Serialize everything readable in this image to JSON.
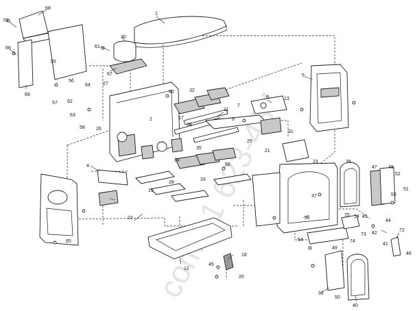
{
  "diagram": {
    "callouts": [
      {
        "id": "c1",
        "label": "1"
      },
      {
        "id": "c2",
        "label": "2"
      },
      {
        "id": "c4",
        "label": "4"
      },
      {
        "id": "c5",
        "label": "5"
      },
      {
        "id": "c6",
        "label": "6"
      },
      {
        "id": "c7",
        "label": "7"
      },
      {
        "id": "c9",
        "label": "9"
      },
      {
        "id": "c11",
        "label": "11"
      },
      {
        "id": "c12",
        "label": "12"
      },
      {
        "id": "c13",
        "label": "13"
      },
      {
        "id": "c14",
        "label": "14"
      },
      {
        "id": "c15",
        "label": "15"
      },
      {
        "id": "c16",
        "label": "16"
      },
      {
        "id": "c17",
        "label": "17"
      },
      {
        "id": "c18",
        "label": "18"
      },
      {
        "id": "c20",
        "label": "20"
      },
      {
        "id": "c21",
        "label": "21"
      },
      {
        "id": "c22",
        "label": "22"
      },
      {
        "id": "c23",
        "label": "23"
      },
      {
        "id": "c25",
        "label": "25"
      },
      {
        "id": "c26",
        "label": "26"
      },
      {
        "id": "c27",
        "label": "27"
      },
      {
        "id": "c28",
        "label": "28"
      },
      {
        "id": "c30",
        "label": "30"
      },
      {
        "id": "c31",
        "label": "31"
      },
      {
        "id": "c32",
        "label": "32"
      },
      {
        "id": "c33",
        "label": "33"
      },
      {
        "id": "c34",
        "label": "34"
      },
      {
        "id": "c35",
        "label": "35"
      },
      {
        "id": "c36",
        "label": "36"
      },
      {
        "id": "c37",
        "label": "37"
      },
      {
        "id": "c38",
        "label": "38"
      },
      {
        "id": "c39",
        "label": "39"
      },
      {
        "id": "c40",
        "label": "40"
      },
      {
        "id": "c41",
        "label": "41"
      },
      {
        "id": "c42",
        "label": "42"
      },
      {
        "id": "c43",
        "label": "43"
      },
      {
        "id": "c44",
        "label": "44"
      },
      {
        "id": "c45",
        "label": "45"
      },
      {
        "id": "c46",
        "label": "46"
      },
      {
        "id": "c47",
        "label": "47"
      },
      {
        "id": "c48",
        "label": "48"
      },
      {
        "id": "c49",
        "label": "49"
      },
      {
        "id": "c50",
        "label": "50"
      },
      {
        "id": "c51",
        "label": "51"
      },
      {
        "id": "c52",
        "label": "52"
      },
      {
        "id": "c53",
        "label": "53"
      },
      {
        "id": "c54",
        "label": "54"
      },
      {
        "id": "c55",
        "label": "55"
      },
      {
        "id": "c56",
        "label": "56"
      },
      {
        "id": "c57",
        "label": "57"
      },
      {
        "id": "c58",
        "label": "58"
      },
      {
        "id": "c59",
        "label": "59"
      },
      {
        "id": "c60",
        "label": "60"
      },
      {
        "id": "c61",
        "label": "61"
      },
      {
        "id": "c62",
        "label": "62"
      },
      {
        "id": "c63",
        "label": "63"
      },
      {
        "id": "c64",
        "label": "64"
      },
      {
        "id": "c65",
        "label": "65"
      },
      {
        "id": "c66",
        "label": "66"
      },
      {
        "id": "c67",
        "label": "67"
      },
      {
        "id": "c68",
        "label": "68"
      },
      {
        "id": "c69",
        "label": "69"
      },
      {
        "id": "c70",
        "label": "70"
      },
      {
        "id": "c72",
        "label": "72"
      },
      {
        "id": "c73",
        "label": "73"
      },
      {
        "id": "c74",
        "label": "74"
      },
      {
        "id": "c75",
        "label": "75"
      }
    ],
    "watermark": "com5 1 623-434"
  }
}
